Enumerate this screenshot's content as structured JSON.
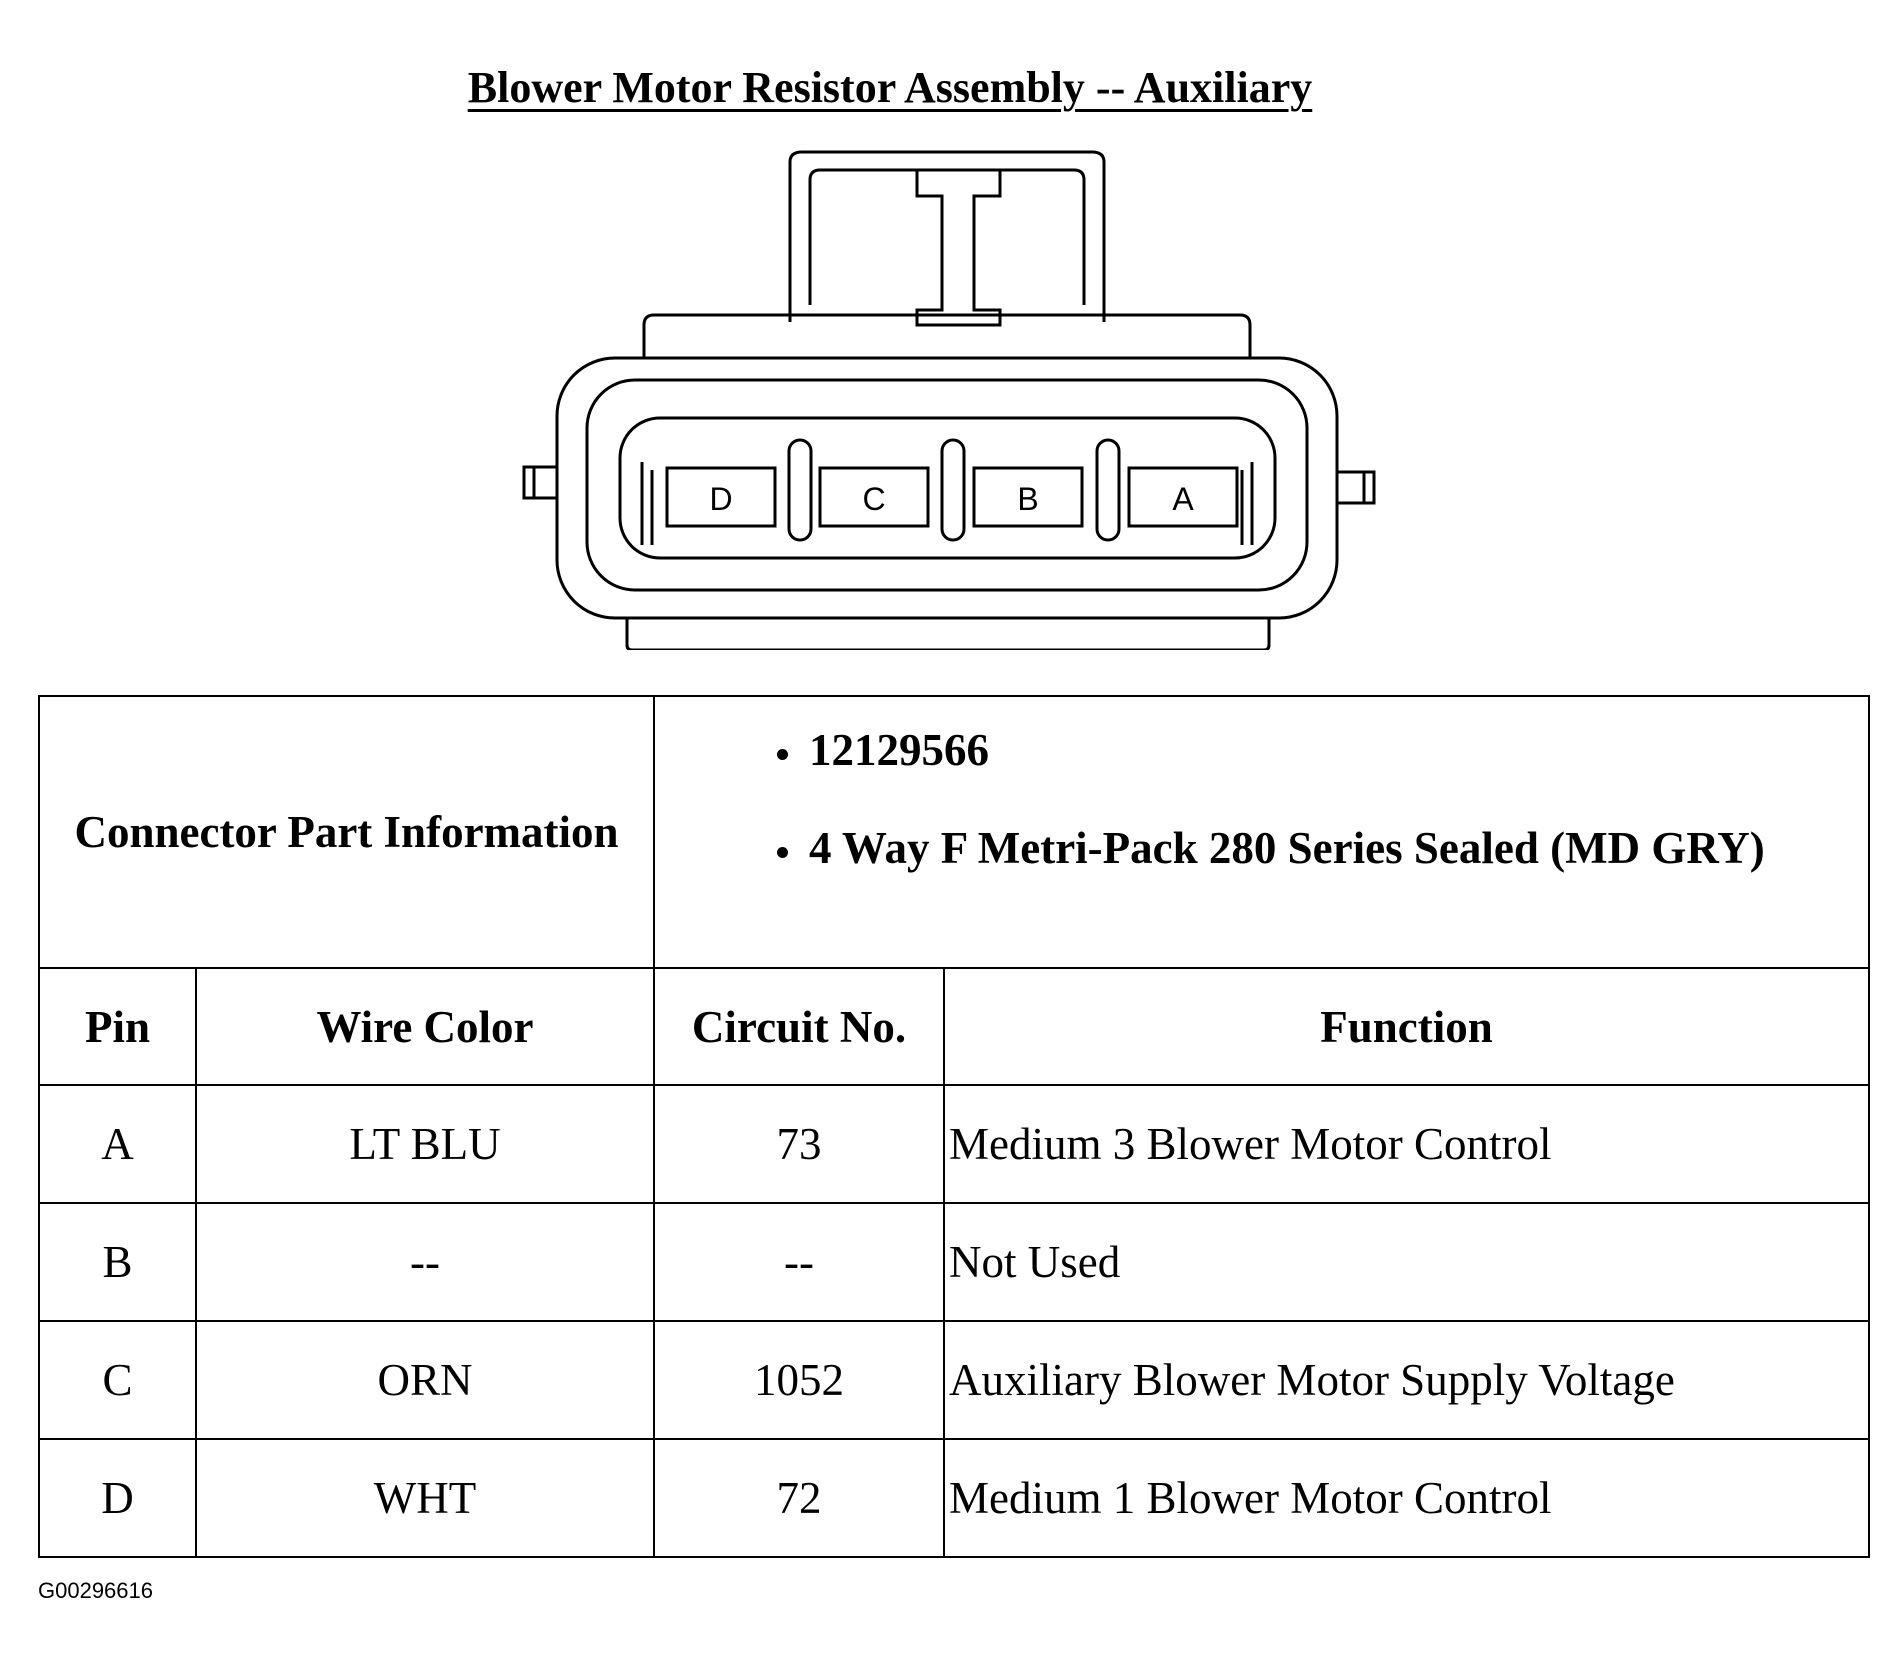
{
  "title": "Blower Motor Resistor Assembly -- Auxiliary",
  "connector": {
    "pins": [
      "D",
      "C",
      "B",
      "A"
    ]
  },
  "part_info": {
    "label": "Connector Part Information",
    "items": [
      "12129566",
      "4 Way F Metri-Pack 280 Series Sealed (MD GRY)"
    ]
  },
  "columns": [
    "Pin",
    "Wire Color",
    "Circuit No.",
    "Function"
  ],
  "rows": [
    {
      "pin": "A",
      "wire_color": "LT BLU",
      "circuit": "73",
      "function": "Medium 3 Blower Motor Control"
    },
    {
      "pin": "B",
      "wire_color": "--",
      "circuit": "--",
      "function": "Not Used"
    },
    {
      "pin": "C",
      "wire_color": "ORN",
      "circuit": "1052",
      "function": "Auxiliary Blower Motor Supply Voltage"
    },
    {
      "pin": "D",
      "wire_color": "WHT",
      "circuit": "72",
      "function": "Medium 1 Blower Motor Control"
    }
  ],
  "figure_id": "G00296616"
}
